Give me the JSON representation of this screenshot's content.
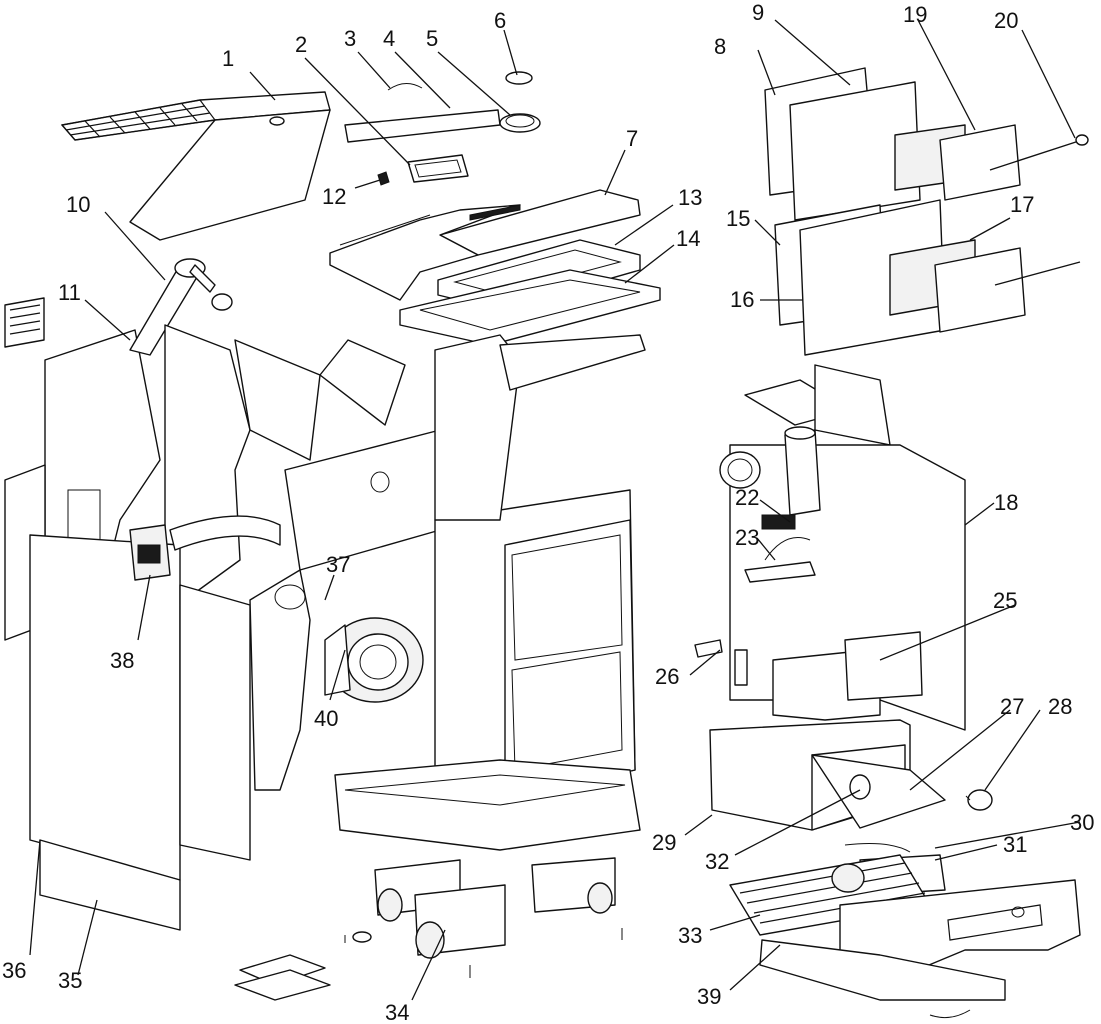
{
  "callouts": [
    {
      "id": "1",
      "text": "1"
    },
    {
      "id": "2",
      "text": "2"
    },
    {
      "id": "3",
      "text": "3"
    },
    {
      "id": "4",
      "text": "4"
    },
    {
      "id": "5",
      "text": "5"
    },
    {
      "id": "6",
      "text": "6"
    },
    {
      "id": "7",
      "text": "7"
    },
    {
      "id": "8",
      "text": "8"
    },
    {
      "id": "9",
      "text": "9"
    },
    {
      "id": "10",
      "text": "10"
    },
    {
      "id": "11",
      "text": "11"
    },
    {
      "id": "12",
      "text": "12"
    },
    {
      "id": "13",
      "text": "13"
    },
    {
      "id": "14",
      "text": "14"
    },
    {
      "id": "15",
      "text": "15"
    },
    {
      "id": "16",
      "text": "16"
    },
    {
      "id": "17",
      "text": "17"
    },
    {
      "id": "18",
      "text": "18"
    },
    {
      "id": "19",
      "text": "19"
    },
    {
      "id": "20",
      "text": "20"
    },
    {
      "id": "22",
      "text": "22"
    },
    {
      "id": "23",
      "text": "23"
    },
    {
      "id": "25",
      "text": "25"
    },
    {
      "id": "26",
      "text": "26"
    },
    {
      "id": "27",
      "text": "27"
    },
    {
      "id": "28",
      "text": "28"
    },
    {
      "id": "29",
      "text": "29"
    },
    {
      "id": "30",
      "text": "30"
    },
    {
      "id": "31",
      "text": "31"
    },
    {
      "id": "32",
      "text": "32"
    },
    {
      "id": "33",
      "text": "33"
    },
    {
      "id": "34",
      "text": "34"
    },
    {
      "id": "35",
      "text": "35"
    },
    {
      "id": "36",
      "text": "36"
    },
    {
      "id": "37",
      "text": "37"
    },
    {
      "id": "38",
      "text": "38"
    },
    {
      "id": "39",
      "text": "39"
    },
    {
      "id": "40",
      "text": "40"
    }
  ]
}
